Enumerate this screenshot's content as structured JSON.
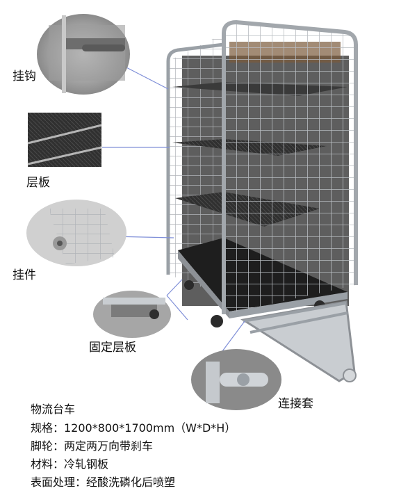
{
  "callouts": {
    "hook": "挂钩",
    "shelf": "层板",
    "hanger": "挂件",
    "fixed_shelf": "固定层板",
    "connector": "连接套"
  },
  "specs": {
    "title": "物流台车",
    "size": "规格：1200*800*1700mm（W*D*H）",
    "wheels": "脚轮：两定两万向带刹车",
    "material": "材料：冷轧钢板",
    "surface": "表面处理：经酸洗磷化后喷塑"
  },
  "colors": {
    "leader_line": "#7f8fd8",
    "cage_wire": "#9aa0a6",
    "deck": "#2a2a2a",
    "background_panel": "#6b6b6b"
  }
}
